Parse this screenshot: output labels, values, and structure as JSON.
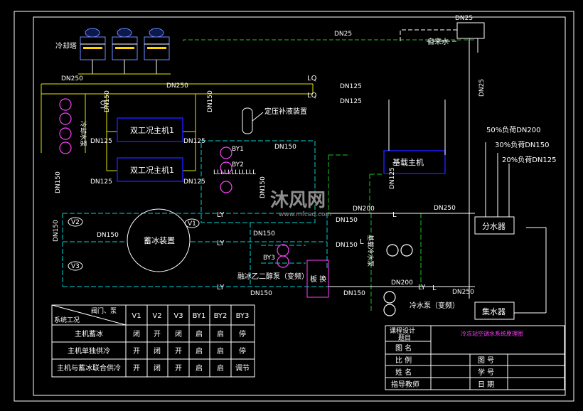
{
  "labels": {
    "cooling_tower": "冷却塔",
    "tap_water": "自来水",
    "pressure_device": "定压补液装置",
    "chiller1": "双工况主机1",
    "chiller2": "双工况主机1",
    "base_chiller": "基载主机",
    "ice_storage": "蓄冰装置",
    "glycol_pump": "融冰乙二醇泵（变频）",
    "plate_hx": "板  换",
    "cooling_pump": "冷却水泵",
    "base_pump": "基载冷水泵",
    "chw_pump": "冷水泵（变频）",
    "supply_header": "分水器",
    "return_header": "集水器",
    "watermark": "沐风网",
    "watermark_url": "www.mfcad.com",
    "load_50": "50%负荷DN200",
    "load_30": "30%负荷DN150",
    "load_20": "20%负荷DN125"
  },
  "pipe_tags": {
    "dn25a": "DN25",
    "dn25b": "DN25",
    "dn25c": "DN25",
    "dn250a": "DN250",
    "dn250b": "DN250",
    "dn250c": "DN250",
    "dn250d": "DN250",
    "dn150a": "DN150",
    "dn150b": "DN150",
    "dn150c": "DN150",
    "dn150d": "DN150",
    "dn150e": "DN150",
    "dn150f": "DN150",
    "dn150g": "DN150",
    "dn150h": "DN150",
    "dn150i": "DN150",
    "dn150j": "DN150",
    "dn150k": "DN150",
    "dn150l": "DN150",
    "dn125a": "DN125",
    "dn125b": "DN125",
    "dn125c": "DN125",
    "dn125d": "DN125",
    "dn125e": "DN125",
    "dn125f": "DN125",
    "dn200a": "DN200",
    "dn200b": "DN200",
    "lq1": "LQ",
    "lq2": "LQ",
    "lq3": "LQ",
    "ly1": "LY",
    "ly2": "LY",
    "ly3": "LY",
    "ly4": "LY",
    "l1": "L",
    "l2": "L",
    "l3": "L",
    "lrow": "LLLLLLLLLLLL",
    "by1": "BY1",
    "by2": "BY2",
    "by3": "BY3",
    "v1": "V1",
    "v2": "V2",
    "v3": "V3"
  },
  "table": {
    "corner_top": "阀门、泵",
    "corner_bottom": "系统工况",
    "columns": [
      "V1",
      "V2",
      "V3",
      "BY1",
      "BY2",
      "BY3"
    ],
    "rows": [
      {
        "mode": "主机蓄冰",
        "values": [
          "闭",
          "开",
          "闭",
          "启",
          "启",
          "停"
        ]
      },
      {
        "mode": "主机单独供冷",
        "values": [
          "开",
          "闭",
          "开",
          "启",
          "启",
          "停"
        ]
      },
      {
        "mode": "主机与蓄冰联合供冷",
        "values": [
          "开",
          "闭",
          "开",
          "启",
          "启",
          "调节"
        ]
      }
    ]
  },
  "title_block": {
    "course": "课程设计",
    "title_label": "题目",
    "drawing_title": "冷冻站空调水系统原理图",
    "drawing_name": "图  名",
    "scale": "比  例",
    "drawing_no": "图  号",
    "name": "姓  名",
    "student_no": "学  号",
    "teacher": "指导教师",
    "date": "日  期"
  },
  "colors": {
    "background": "#000000",
    "border": "#ffffff",
    "pipe_yellow": "#e6e600",
    "pipe_green": "#19c819",
    "pipe_cyan": "#00d2d2",
    "pipe_white": "#ffffff",
    "equipment_blue": "#1a1aff",
    "pump_magenta": "#ff40ff"
  }
}
